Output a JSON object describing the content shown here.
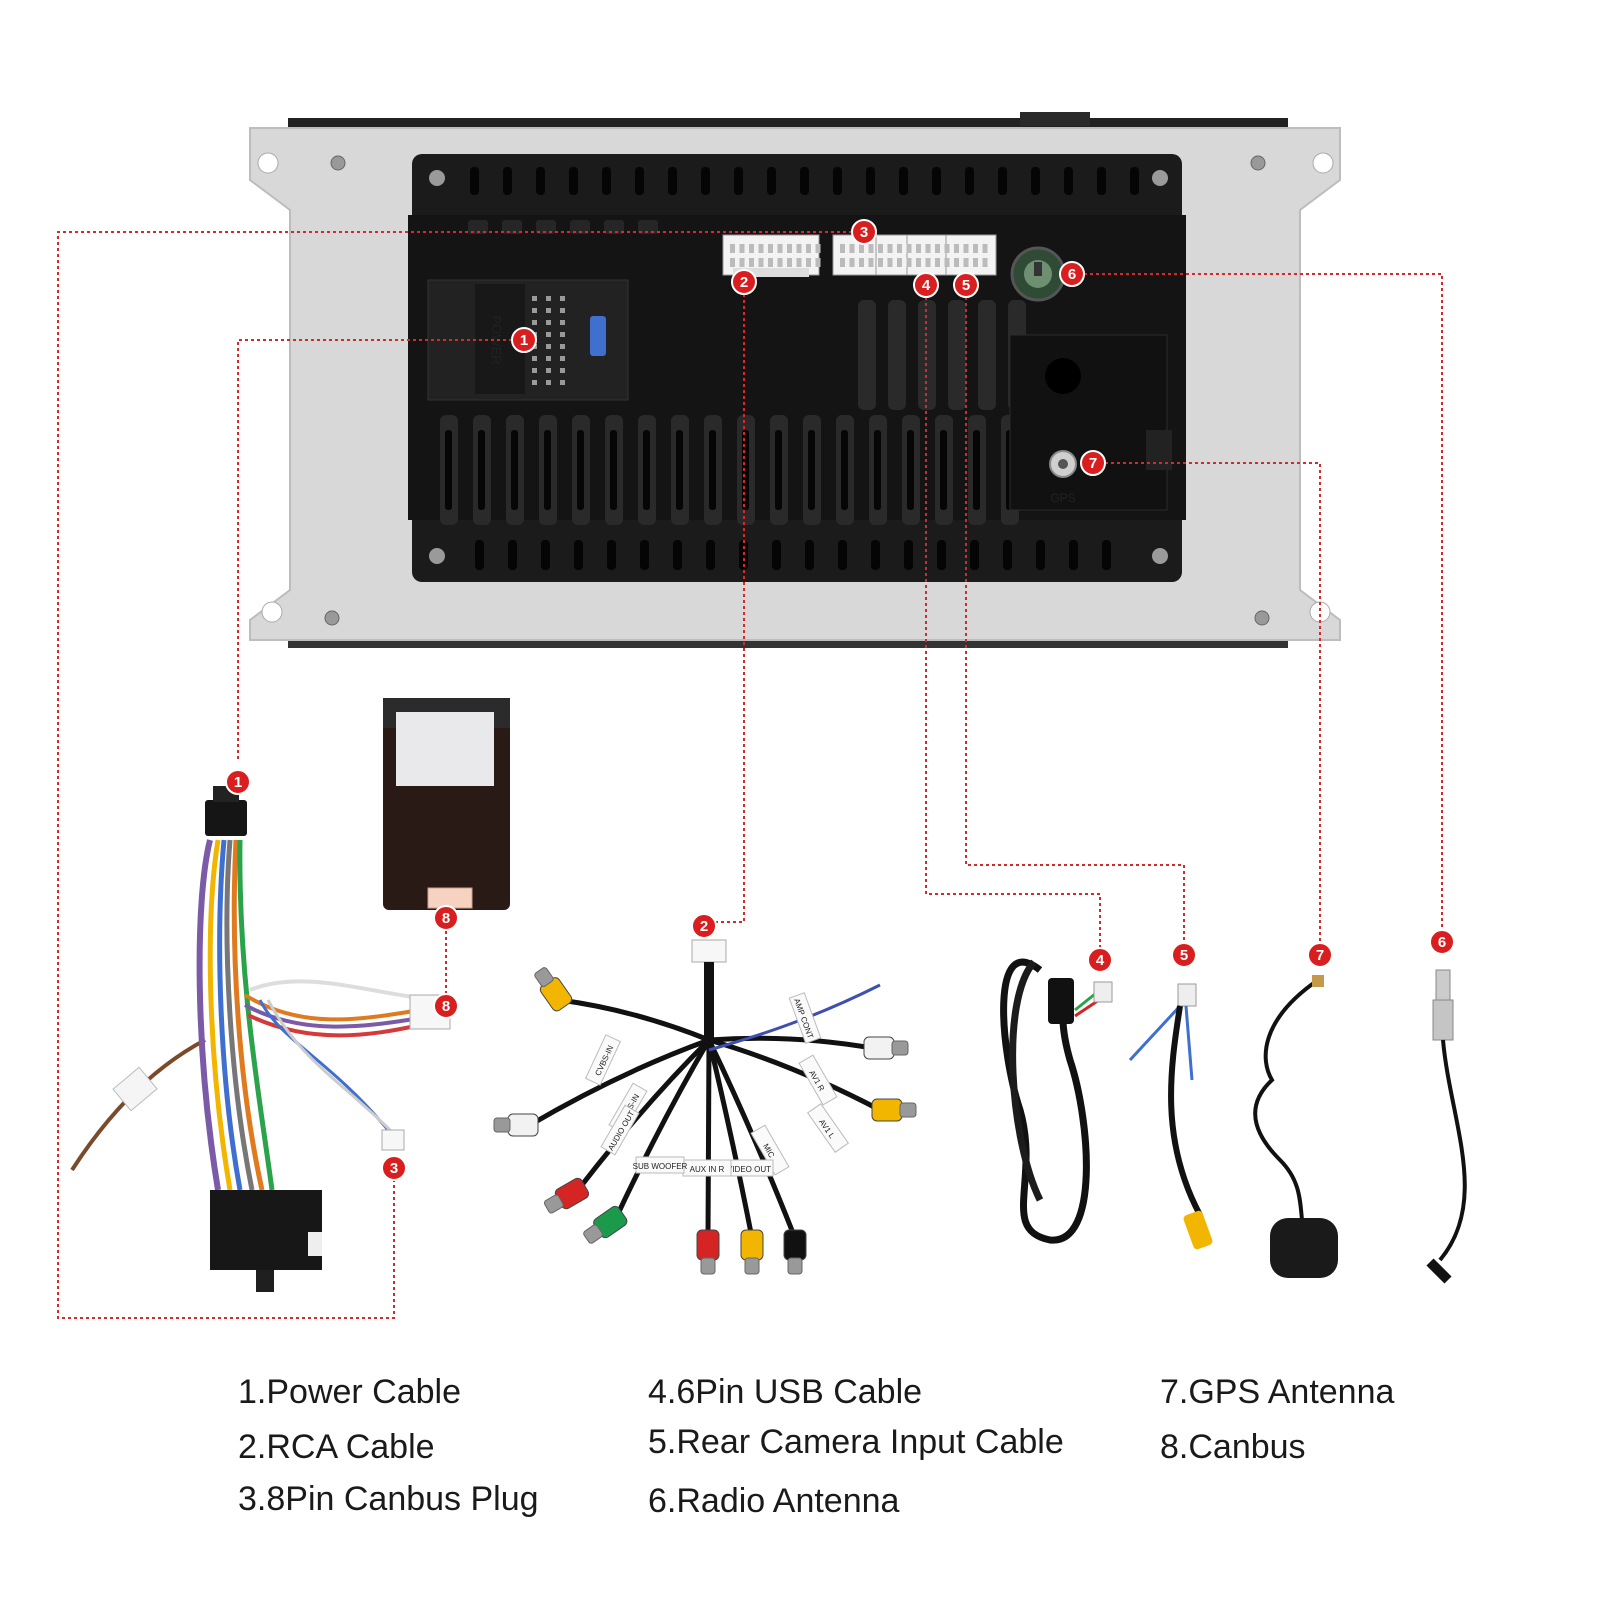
{
  "unit": {
    "power_label": "POWER",
    "gps_label": "GPS"
  },
  "callouts": [
    "1",
    "2",
    "3",
    "4",
    "5",
    "6",
    "7",
    "8"
  ],
  "legend": [
    {
      "num": "1",
      "label": "1.Power Cable"
    },
    {
      "num": "2",
      "label": "2.RCA Cable"
    },
    {
      "num": "3",
      "label": "3.8Pin Canbus Plug"
    },
    {
      "num": "4",
      "label": "4.6Pin USB Cable"
    },
    {
      "num": "5",
      "label": "5.Rear Camera Input Cable"
    },
    {
      "num": "6",
      "label": "6.Radio Antenna"
    },
    {
      "num": "7",
      "label": "7.GPS Antenna"
    },
    {
      "num": "8",
      "label": "8.Canbus"
    }
  ],
  "rca_tags": [
    "AMP CONT",
    "CVBS-IN",
    "AV1 R",
    "AV1 L",
    "CVBS-IN",
    "MIC",
    "VIDEO OUT",
    "AUX IN R",
    "SUB WOOFER",
    "AUDIO OUT"
  ],
  "colors": {
    "callout_red": "#d81e1e",
    "leader": "#d42a2a",
    "panel": "#d9d9d9",
    "body": "#1b1b1b",
    "rca_yellow": "#f2b600",
    "rca_red": "#d42424",
    "rca_white": "#f2f2f2",
    "rca_green": "#1a9a4a"
  }
}
